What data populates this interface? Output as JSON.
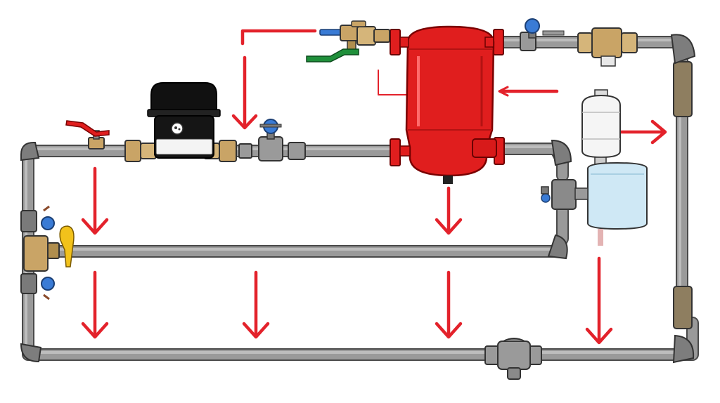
{
  "diagram": {
    "meter_label_lines": [
      "",
      "",
      "",
      ""
    ],
    "colors": {
      "pipe": "#8a8a8a",
      "pipe_dark": "#5e5e5e",
      "brass": "#c9a466",
      "tank_red": "#e01e1e",
      "tank_red_dark": "#b31313",
      "arrow_red": "#e3222b",
      "expansion_tank_blue": "#cfe8f5",
      "meter_black": "#111111",
      "handle_green": "#1f8f3a",
      "handle_yellow": "#f2c21b",
      "gauge_blue": "#3a7bd5"
    },
    "components": [
      {
        "name": "water-meter",
        "icon": "meter-icon"
      },
      {
        "name": "red-buffer-tank",
        "icon": "tank-icon"
      },
      {
        "name": "blue-expansion-tank",
        "icon": "tank-icon"
      },
      {
        "name": "white-pressure-tank",
        "icon": "tank-icon"
      },
      {
        "name": "shutoff-valve-red-handle",
        "icon": "valve-icon"
      },
      {
        "name": "shutoff-valve-green-handle",
        "icon": "valve-icon"
      },
      {
        "name": "valve-yellow-handle",
        "icon": "valve-icon"
      },
      {
        "name": "pressure-gauge",
        "icon": "gauge-icon"
      },
      {
        "name": "pipe-loop",
        "icon": "pipe-icon"
      }
    ]
  }
}
